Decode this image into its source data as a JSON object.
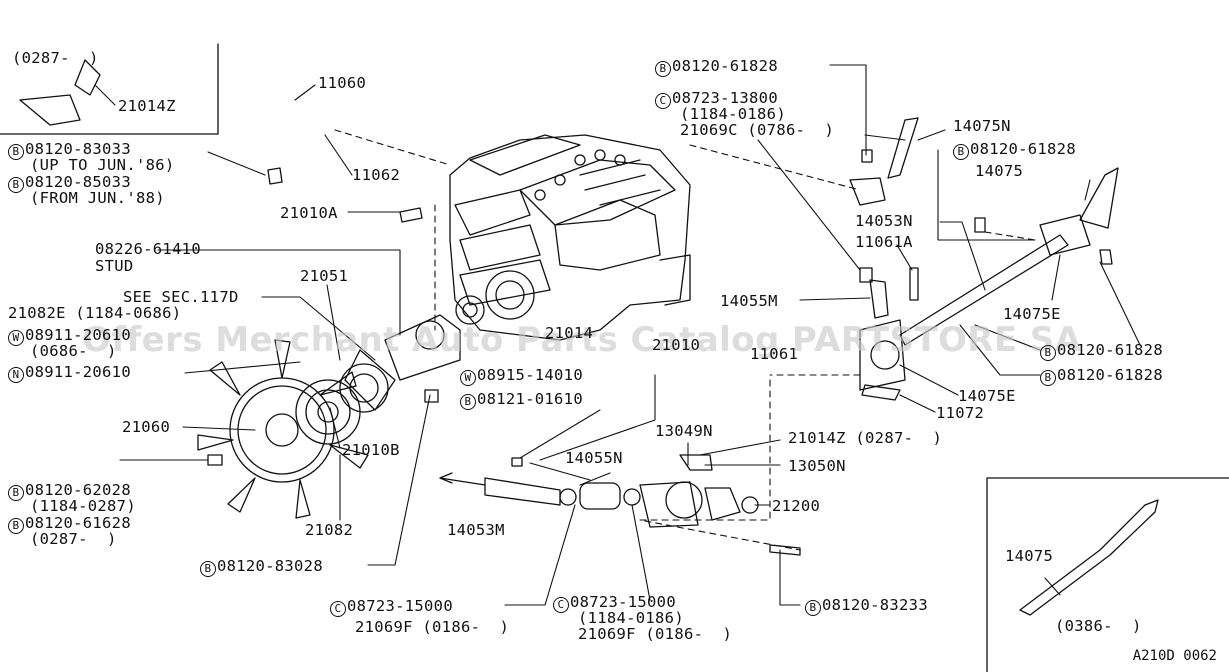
{
  "watermark": "Offers Merchant Auto Parts Catalog PARTSTORE SA",
  "diagram_ref": "A210D 0062",
  "callouts": {
    "c0287": "(0287-  )",
    "p21014z_a": "21014Z",
    "p11060": "11060",
    "b83033": "08120-83033",
    "b83033_note": "(UP TO JUN.'86)",
    "b85033": "08120-85033",
    "b85033_note": "(FROM JUN.'88)",
    "p11062": "11062",
    "p21010a": "21010A",
    "stud_no": "08226-61410",
    "stud": "STUD",
    "p21051": "21051",
    "see117d": "SEE SEC.117D",
    "p21082e": "21082E (1184-0686)",
    "w08911": "08911-20610",
    "w08911_note": "(0686-  )",
    "n08911": "08911-20610",
    "p21014_mid": "21014",
    "p21010_mid": "21010",
    "p21060": "21060",
    "p21010b": "21010B",
    "b62028": "08120-62028",
    "b62028_note": "(1184-0287)",
    "b61628": "08120-61628",
    "b61628_note": "(0287-  )",
    "p21082": "21082",
    "b83028": "08120-83028",
    "w08915": "08915-14010",
    "b01610": "08121-01610",
    "p14055n": "14055N",
    "p14053m": "14053M",
    "c15000_a": "08723-15000",
    "p21069f_a": "21069F (0186-  )",
    "c15000_b": "08723-15000",
    "c15000_b_note": "(1184-0186)",
    "p21069f_b": "21069F (0186-  )",
    "p13049n": "13049N",
    "p21014z_b": "21014Z (0287-  )",
    "p13050n": "13050N",
    "p21200": "21200",
    "b83233": "08120-83233",
    "b61828_a": "08120-61828",
    "c13800": "08723-13800",
    "c13800_note": "(1184-0186)",
    "p21069c": "21069C (0786-  )",
    "p14075n": "14075N",
    "b61828_b": "08120-61828",
    "p14075_a": "14075",
    "p14053n": "14053N",
    "p11061a": "11061A",
    "p14055m": "14055M",
    "p14075e_a": "14075E",
    "b61828_c": "08120-61828",
    "p11061": "11061",
    "b61828_d": "08120-61828",
    "p14075e_b": "14075E",
    "p11072": "11072",
    "p14075_b": "14075",
    "c0386": "(0386-  )"
  },
  "badges": {
    "b": "B",
    "c": "C",
    "w": "W",
    "n": "N"
  }
}
